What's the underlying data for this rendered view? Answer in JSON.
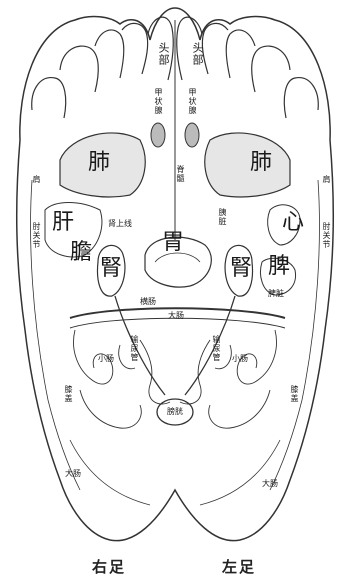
{
  "labels": {
    "head_right": "头部",
    "head_left": "头部",
    "thyroid_right": "甲状腺",
    "thyroid_left": "甲状腺",
    "lung_right": "肺",
    "lung_left": "肺",
    "liver": "肝",
    "gallbladder": "膽",
    "heart": "心",
    "spleen": "脾",
    "kidney_right": "腎",
    "kidney_left": "腎",
    "stomach": "胃",
    "adrenal": "肾上线",
    "spine": "脊髓",
    "pancreas": "胰脏",
    "transverse_colon": "横肠",
    "large_intestine_center": "大肠",
    "ureter_right": "输尿管",
    "ureter_left": "输尿管",
    "small_intestine_right": "小肠",
    "small_intestine_left": "小肠",
    "bladder": "膀胱",
    "shoulder_right": "肩",
    "shoulder_left": "肩",
    "elbow_right": "肘关节",
    "elbow_left": "肘关节",
    "knee_right": "膝盖",
    "knee_left": "膝盖",
    "large_intestine_right": "大肠",
    "large_intestine_left": "大肠",
    "spleen_small": "脾脏"
  },
  "captions": {
    "right_foot": "右足",
    "left_foot": "左足"
  },
  "colors": {
    "outline": "#333333",
    "organ_fill": "#e6e6e6",
    "background": "#ffffff"
  }
}
